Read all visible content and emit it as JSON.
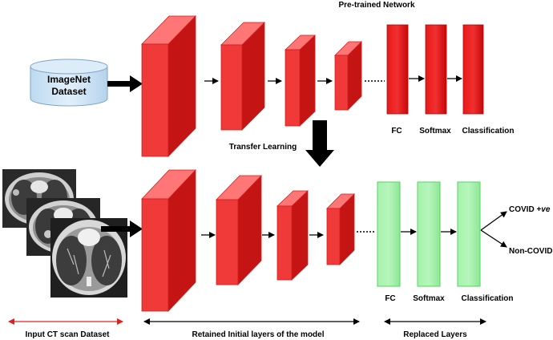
{
  "pretrained": {
    "title": "Pre-trained Network",
    "source": "ImageNet Dataset",
    "source_lines": [
      "ImageNet",
      "Dataset"
    ],
    "fc_label": "FC",
    "softmax_label": "Softmax",
    "classification_label": "Classification"
  },
  "transfer_label": "Transfer Learning",
  "new_model": {
    "fc_label": "FC",
    "softmax_label": "Softmax",
    "classification_label": "Classification",
    "outputs": {
      "positive_prefix": "COVID +",
      "positive_suffix": "ve",
      "negative": "Non-COVID"
    }
  },
  "bottom_labels": {
    "input": "Input CT scan Dataset",
    "retained": "Retained Initial layers of the model",
    "replaced": "Replaced Layers"
  },
  "colors": {
    "conv_front": "#f03a3a",
    "conv_side": "#c41414",
    "conv_top": "#ff7676",
    "conv_stroke": "#d11d1d",
    "fc_pretrained": "#dd1010",
    "fc_replaced": "#9ef0a4",
    "fc_replaced_stroke": "#52d45f",
    "cylinder": "#cfe5f6",
    "cylinder_stroke": "#7fa4c8",
    "red_arrow": "#e02020"
  }
}
